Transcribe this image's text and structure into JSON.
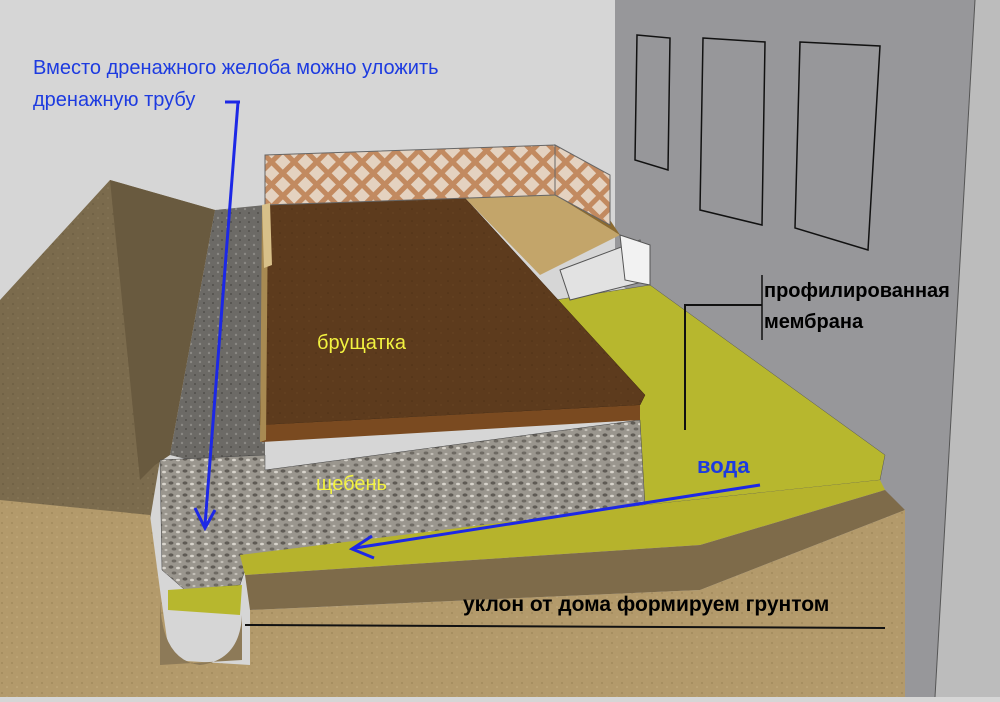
{
  "labels": {
    "drain_note_line1": "Вместо дренажного желоба можно уложить",
    "drain_note_line2": "дренажную трубу",
    "paving": "брущатка",
    "gravel": "щебень",
    "membrane_line1": "профилированная",
    "membrane_line2": "мембрана",
    "water": "вода",
    "slope_note": "уклон от дома формируем грунтом"
  },
  "colors": {
    "sky": "#d6d6d6",
    "wall": "#979799",
    "wall_side": "#bdbdbd",
    "window_frame": "#111111",
    "soil_top": "#7a6a4c",
    "soil_front": "#b49a6a",
    "paving_top": "#5c3a1c",
    "paving_front": "#7a4a20",
    "gravel": "#8f8c86",
    "membrane": "#b7b72e",
    "lattice": "#c89a74",
    "arrow_blue": "#1d28e6",
    "label_blue": "#1d3be0",
    "label_yellow": "#f2f240",
    "label_black": "#000000"
  }
}
